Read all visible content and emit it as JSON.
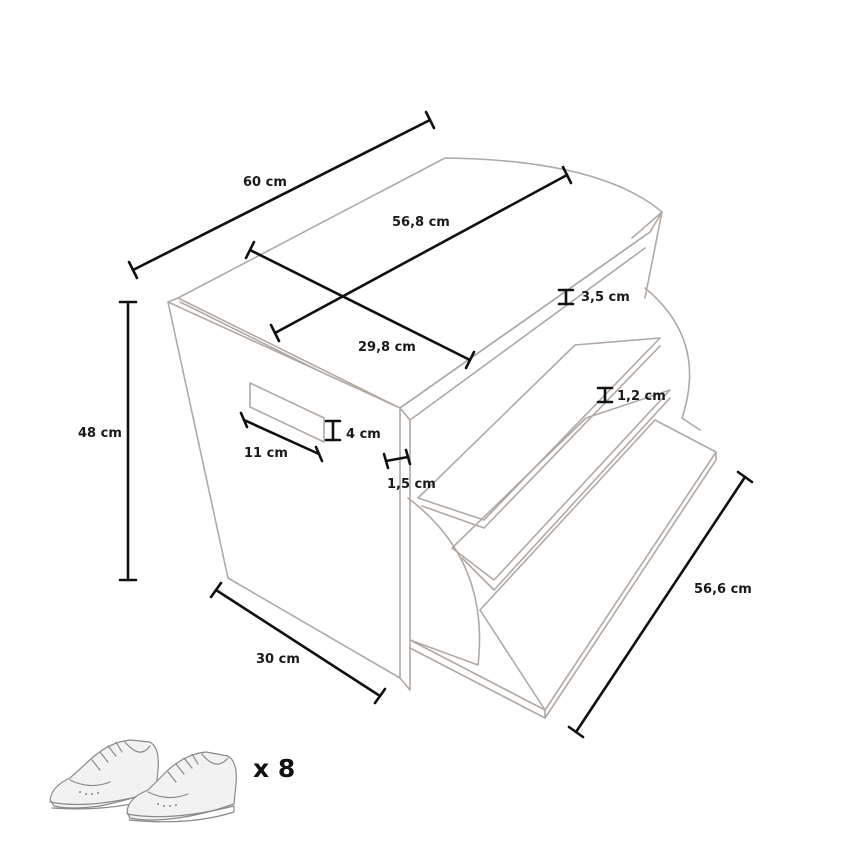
{
  "dimensions": {
    "total_width": "60 cm",
    "inner_width": "56,8 cm",
    "inner_depth": "29,8 cm",
    "height": "48 cm",
    "handle_width": "11 cm",
    "handle_height": "4 cm",
    "panel_thickness": "1,5 cm",
    "top_thickness": "3,5 cm",
    "shelf_thickness": "1,2 cm",
    "depth": "30 cm",
    "shelf_length": "56,6 cm"
  },
  "shoe_capacity": "x 8",
  "icons": {
    "shoes": "shoe-pair-icon",
    "cabinet": "shoe-cabinet-drawing"
  }
}
